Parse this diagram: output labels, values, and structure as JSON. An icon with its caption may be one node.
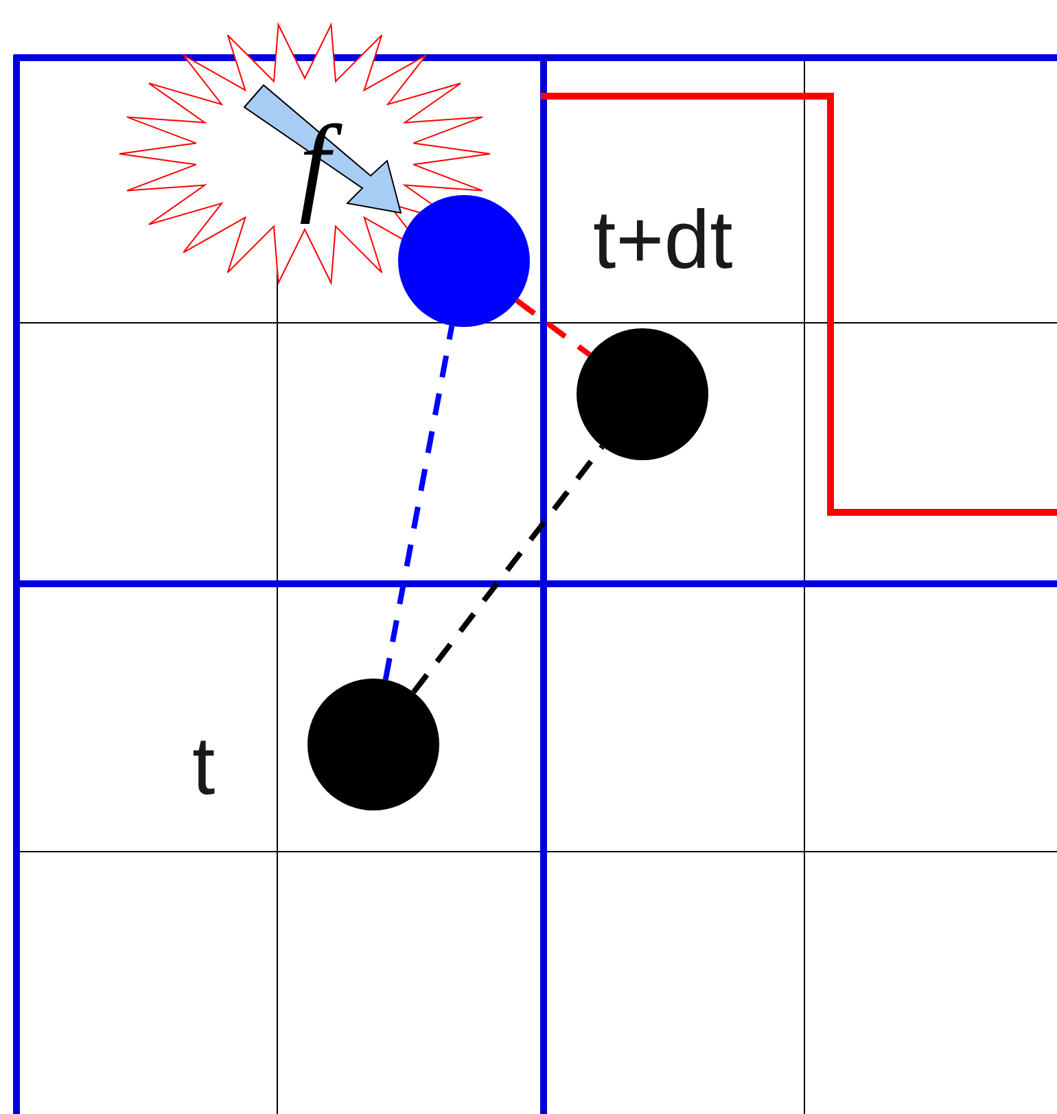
{
  "diagram": {
    "nodes": [
      {
        "text": [],
        "shape": "circle",
        "beside": [
          "t"
        ]
      },
      {
        "text": [],
        "shape": "circle",
        "beside": [
          "t+dt"
        ]
      },
      {
        "text": [],
        "shape": "circle"
      }
    ],
    "edges": [
      {
        "from": 0,
        "to": 2,
        "arrow": "none",
        "style": "dashed",
        "color": "#0000ff"
      },
      {
        "from": 0,
        "to": 1,
        "arrow": "none",
        "style": "dashed",
        "color": "#000000"
      },
      {
        "from": 2,
        "to": 1,
        "arrow": "none",
        "style": "dashed",
        "color": "#ff0000"
      }
    ],
    "labels": [
      "f"
    ]
  }
}
